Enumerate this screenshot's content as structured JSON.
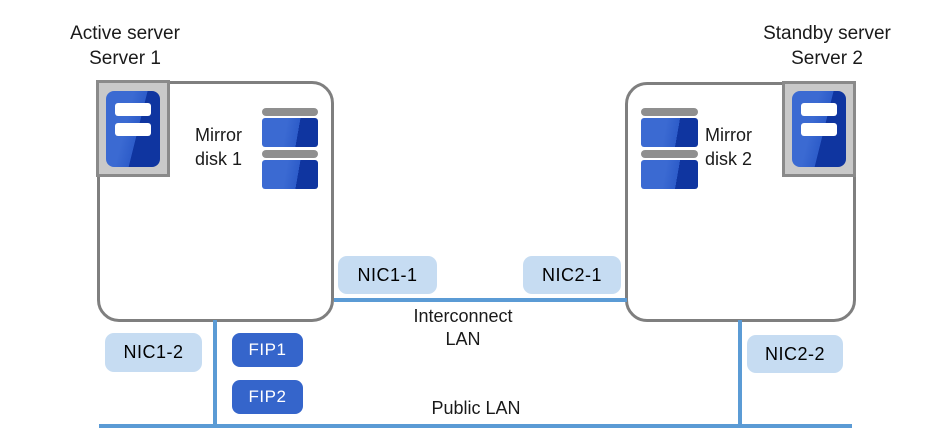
{
  "titles": {
    "active": {
      "line1": "Active server",
      "line2": "Server 1"
    },
    "standby": {
      "line1": "Standby server",
      "line2": "Server 2"
    }
  },
  "mirror_disks": {
    "disk1": {
      "line1": "Mirror",
      "line2": "disk 1"
    },
    "disk2": {
      "line1": "Mirror",
      "line2": "disk 2"
    }
  },
  "nics": {
    "nic1_1": "NIC1-1",
    "nic2_1": "NIC2-1",
    "nic1_2": "NIC1-2",
    "nic2_2": "NIC2-2"
  },
  "fips": {
    "fip1": "FIP1",
    "fip2": "FIP2"
  },
  "networks": {
    "interconnect": {
      "line1": "Interconnect",
      "line2": "LAN"
    },
    "public_lan": "Public LAN"
  },
  "icons": {
    "server1": "server-tower-icon",
    "server2": "server-tower-icon",
    "disk1": "mirror-disk-stack-icon",
    "disk2": "mirror-disk-stack-icon"
  },
  "colors": {
    "line_blue": "#5b9bd5",
    "box_border": "#7f7f7f",
    "nic_badge_bg": "#c6dcf2",
    "fip_badge_bg": "#3565cb",
    "icon_blue": "#2d5cc9",
    "icon_blue_dark": "#0f35a0",
    "disk_cap_gray": "#8f8f8f",
    "icon_frame_gray": "#c9c9c9",
    "text_black": "#1a1a1a"
  }
}
